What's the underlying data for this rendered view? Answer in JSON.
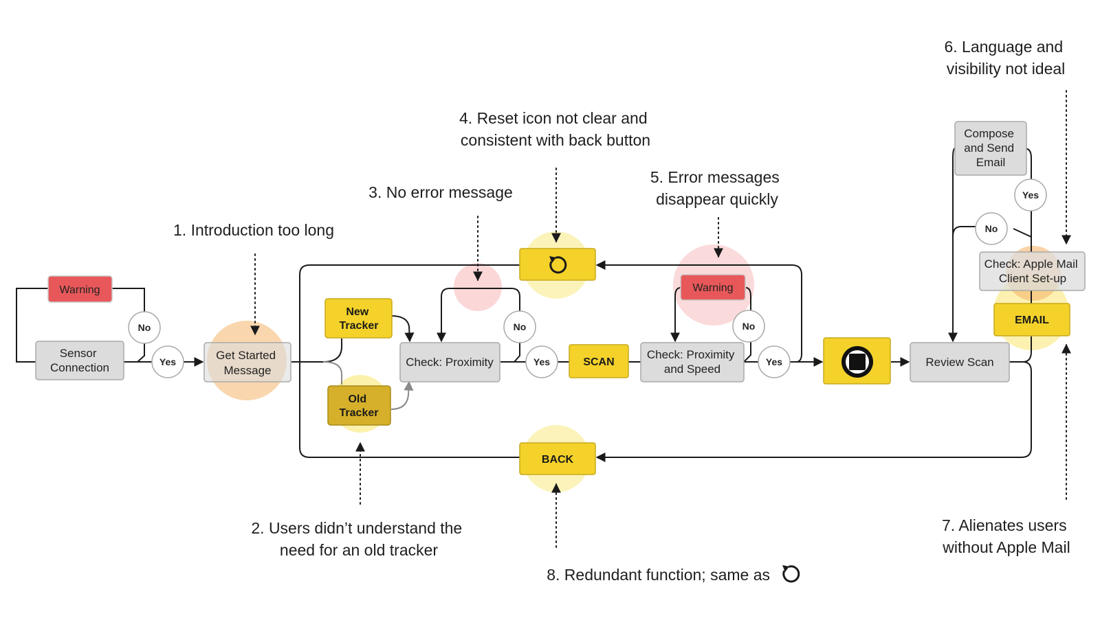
{
  "nodes": {
    "sensor_connection": [
      "Sensor",
      "Connection"
    ],
    "warning_left": "Warning",
    "get_started": [
      "Get Started",
      "Message"
    ],
    "new_tracker": [
      "New",
      "Tracker"
    ],
    "old_tracker": [
      "Old",
      "Tracker"
    ],
    "check_proximity": "Check: Proximity",
    "scan": "SCAN",
    "check_prox_speed": [
      "Check: Proximity",
      "and Speed"
    ],
    "warning_mid": "Warning",
    "review_scan": "Review Scan",
    "compose_send": [
      "Compose",
      "and Send",
      "Email"
    ],
    "check_apple_mail": [
      "Check: Apple Mail",
      "Client Set-up"
    ],
    "email": "EMAIL",
    "back": "BACK"
  },
  "decisions": {
    "yes": "Yes",
    "no": "No"
  },
  "annotations": {
    "note1": [
      "1. Introduction too long"
    ],
    "note2": [
      "2. Users didn’t understand the",
      "need for an old tracker"
    ],
    "note3": [
      "3. No error message"
    ],
    "note4": [
      "4. Reset icon not clear and",
      "consistent with back button"
    ],
    "note5": [
      "5. Error messages",
      "disappear quickly"
    ],
    "note6": [
      "6. Language and",
      "visibility not ideal"
    ],
    "note7": [
      "7. Alienates users",
      "without Apple Mail"
    ],
    "note8": "8. Redundant function; same as"
  },
  "icons": {
    "reset": "reset-icon",
    "stop": "stop-icon"
  },
  "colors": {
    "yellow": "#f4d22a",
    "grey_node": "#dcdcdc",
    "warning_red": "#e8585a",
    "highlight_orange": "#f5b56c",
    "highlight_yellow": "#fbee9c",
    "highlight_pink": "#f7b6b8"
  }
}
